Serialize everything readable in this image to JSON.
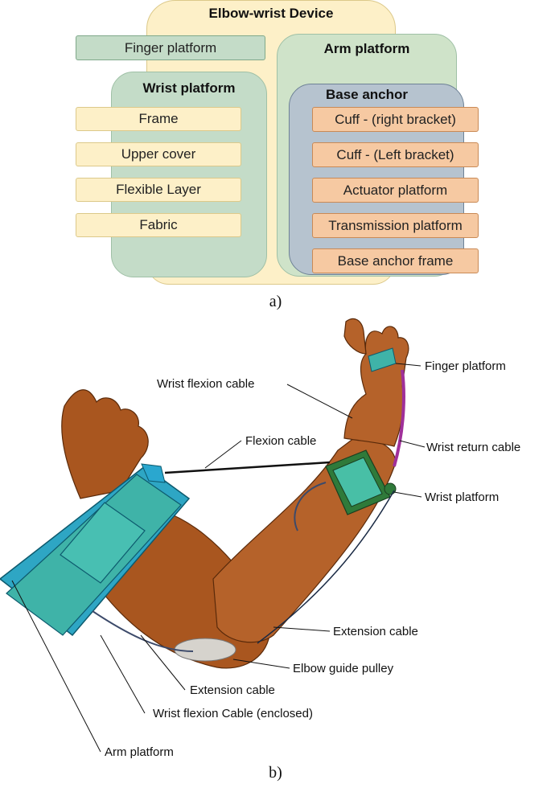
{
  "part_a": {
    "caption": "a)",
    "elbow_wrist_device": {
      "title": "Elbow-wrist Device"
    },
    "finger_platform": {
      "label": "Finger platform"
    },
    "wrist_platform": {
      "title": "Wrist platform",
      "items": [
        "Frame",
        "Upper cover",
        "Flexible Layer",
        "Fabric"
      ]
    },
    "arm_platform": {
      "title": "Arm platform"
    },
    "base_anchor": {
      "title": "Base anchor",
      "items": [
        "Cuff - (right bracket)",
        "Cuff - (Left bracket)",
        "Actuator platform",
        "Transmission platform",
        "Base anchor frame"
      ]
    },
    "colors": {
      "device_fill": "#fdf0c8",
      "wrist_fill": "#c4dcc8",
      "arm_fill": "#cfe3c9",
      "base_anchor_fill": "#b6c3cf",
      "orange_box": "#f6c9a2"
    }
  },
  "part_b": {
    "caption": "b)",
    "labels": {
      "finger_platform": "Finger platform",
      "wrist_flexion_cable": "Wrist flexion cable",
      "flexion_cable": "Flexion cable",
      "wrist_return_cable": "Wrist return cable",
      "wrist_platform": "Wrist platform",
      "extension_cable_right": "Extension cable",
      "elbow_guide_pulley": "Elbow guide pulley",
      "extension_cable_left": "Extension cable",
      "wrist_flexion_cable_enclosed": "Wrist flexion Cable (enclosed)",
      "arm_platform": "Arm platform"
    },
    "colors": {
      "skin": "#b5622a",
      "skin_dark": "#7a3d16",
      "platform_teal": "#3fb3a8",
      "platform_blue": "#2aa7cf",
      "wrist_green": "#2f7a3a",
      "cable_purple": "#a0309a"
    }
  }
}
